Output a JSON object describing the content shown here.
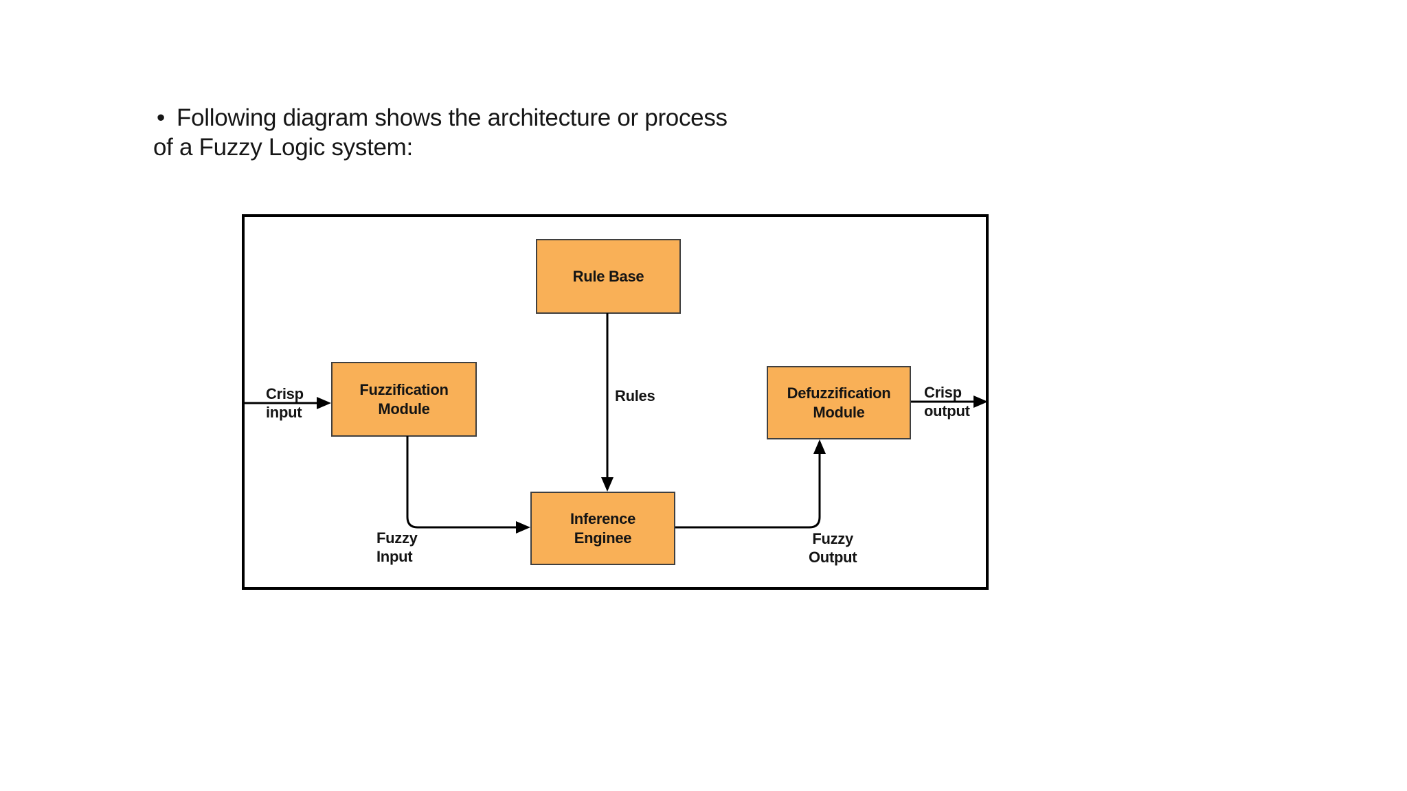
{
  "title": {
    "bullet": "•",
    "line1": "Following diagram shows the architecture or process",
    "line2": "of a Fuzzy Logic system:"
  },
  "diagram": {
    "colors": {
      "box_fill": "#F9B057",
      "box_border": "#3F3F3F",
      "line": "#000000",
      "frame_border": "#000000"
    },
    "boxes": {
      "rule_base": {
        "label": "Rule Base"
      },
      "fuzzification": {
        "line1": "Fuzzification",
        "line2": "Module"
      },
      "defuzzification": {
        "line1": "Defuzzification",
        "line2": "Module"
      },
      "inference": {
        "line1": "Inference",
        "line2": "Enginee"
      }
    },
    "labels": {
      "crisp_input": {
        "line1": "Crisp",
        "line2": "input"
      },
      "rules": "Rules",
      "fuzzy_input": {
        "line1": "Fuzzy",
        "line2": "Input"
      },
      "fuzzy_output": {
        "line1": "Fuzzy",
        "line2": "Output"
      },
      "crisp_output": {
        "line1": "Crisp",
        "line2": "output"
      }
    }
  }
}
